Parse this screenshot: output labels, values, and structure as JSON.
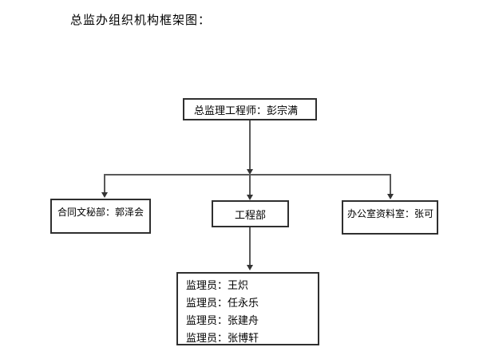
{
  "page": {
    "title": "总监办组织机构框架图："
  },
  "org_chart": {
    "root": {
      "label": "总监理工程师：彭宗满"
    },
    "departments": [
      {
        "label": "合同文秘部：郭泽会"
      },
      {
        "label": "工程部"
      },
      {
        "label": "办公室资料室：张可"
      }
    ],
    "supervisors": [
      "监理员：王炽",
      "监理员：任永乐",
      "监理员：张建舟",
      "监理员：张博轩"
    ],
    "colors": {
      "box_border": "#2f2f2f",
      "connector": "#595959",
      "background": "#ffffff",
      "text": "#000000"
    }
  }
}
